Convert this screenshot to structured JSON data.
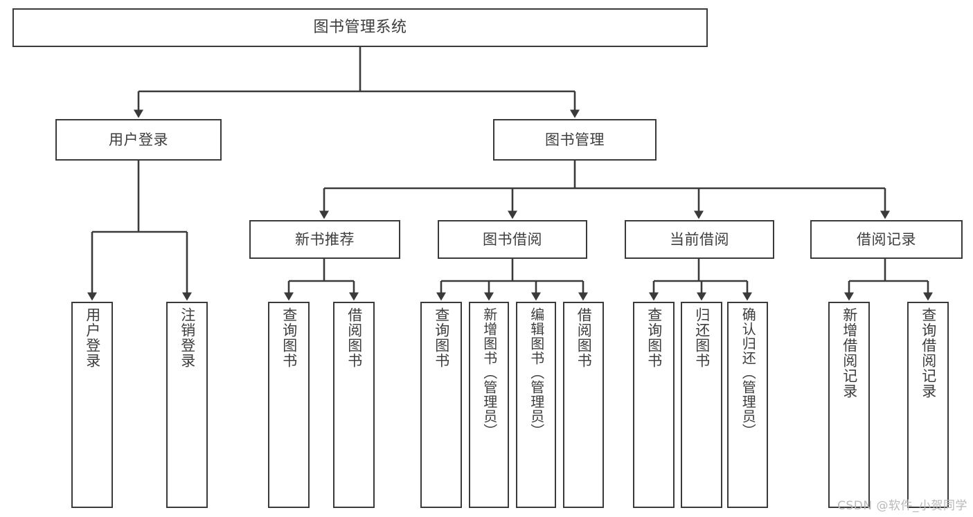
{
  "diagram": {
    "type": "tree",
    "title": "图书管理系统",
    "stroke_color": "#3a3a3a",
    "text_color": "#3d3d3d",
    "background_color": "#ffffff",
    "root": {
      "label": "图书管理系统"
    },
    "level2": [
      {
        "label": "用户登录"
      },
      {
        "label": "图书管理"
      }
    ],
    "level3": [
      {
        "label": "新书推荐"
      },
      {
        "label": "图书借阅"
      },
      {
        "label": "当前借阅"
      },
      {
        "label": "借阅记录"
      }
    ],
    "leaves": {
      "user_login": [
        {
          "label": "用户登录"
        },
        {
          "label": "注销登录"
        }
      ],
      "new_book_recommend": [
        {
          "label": "查询图书"
        },
        {
          "label": "借阅图书"
        }
      ],
      "book_borrow": [
        {
          "label": "查询图书"
        },
        {
          "label": "新增图书（管理员）"
        },
        {
          "label": "编辑图书（管理员）"
        },
        {
          "label": "借阅图书"
        }
      ],
      "current_borrow": [
        {
          "label": "查询图书"
        },
        {
          "label": "归还图书"
        },
        {
          "label": "确认归还（管理员）"
        }
      ],
      "borrow_record": [
        {
          "label": "新增借阅记录"
        },
        {
          "label": "查询借阅记录"
        }
      ]
    }
  },
  "watermark": {
    "text": "CSDN @软件_小贺同学"
  }
}
